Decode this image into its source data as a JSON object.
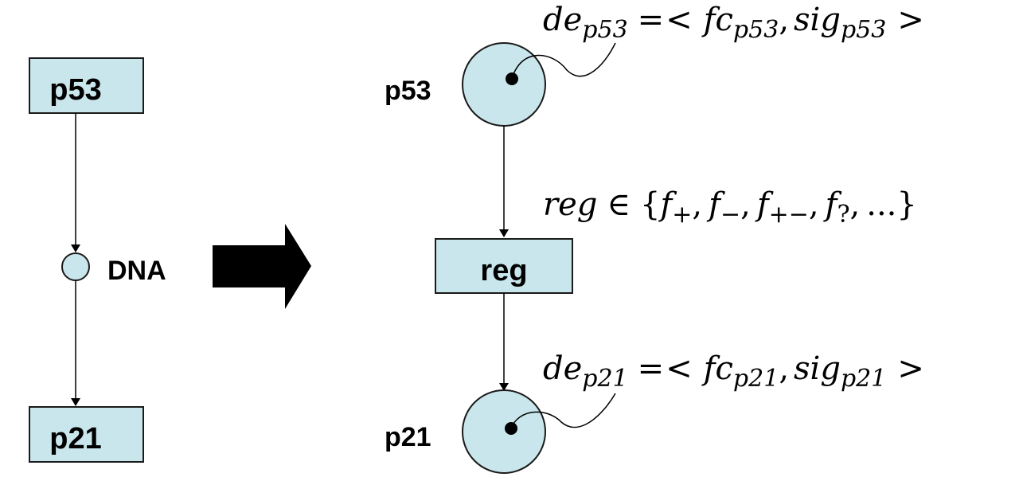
{
  "left": {
    "top_node": "p53",
    "mid_node": "DNA",
    "bottom_node": "p21"
  },
  "right": {
    "top_place": "p53",
    "transition": "reg",
    "bottom_place": "p21"
  },
  "annotations": {
    "de53": {
      "lhs": "de",
      "lhs_sub": "p53",
      "eq": "=",
      "lt": "<",
      "fc": "fc",
      "fc_sub": "p53",
      "comma": ",",
      "sig": "sig",
      "sig_sub": "p53",
      "gt": ">"
    },
    "reg": {
      "name": "reg",
      "in": "∈",
      "open": "{",
      "f1": "f",
      "f1_sub": "+",
      "c1": ",",
      "f2": "f",
      "f2_sub": "−",
      "c2": ",",
      "f3": "f",
      "f3_sub": "+−",
      "c3": ",",
      "f4": "f",
      "f4_sub": "?",
      "c4": ",",
      "dots": "...",
      "close": "}"
    },
    "de21": {
      "lhs": "de",
      "lhs_sub": "p21",
      "eq": "=",
      "lt": "<",
      "fc": "fc",
      "fc_sub": "p21",
      "comma": ",",
      "sig": "sig",
      "sig_sub": "p21",
      "gt": ">"
    }
  },
  "colors": {
    "fill": "#c9e6ec",
    "stroke": "#1a1a1a",
    "arrow": "#000000"
  }
}
